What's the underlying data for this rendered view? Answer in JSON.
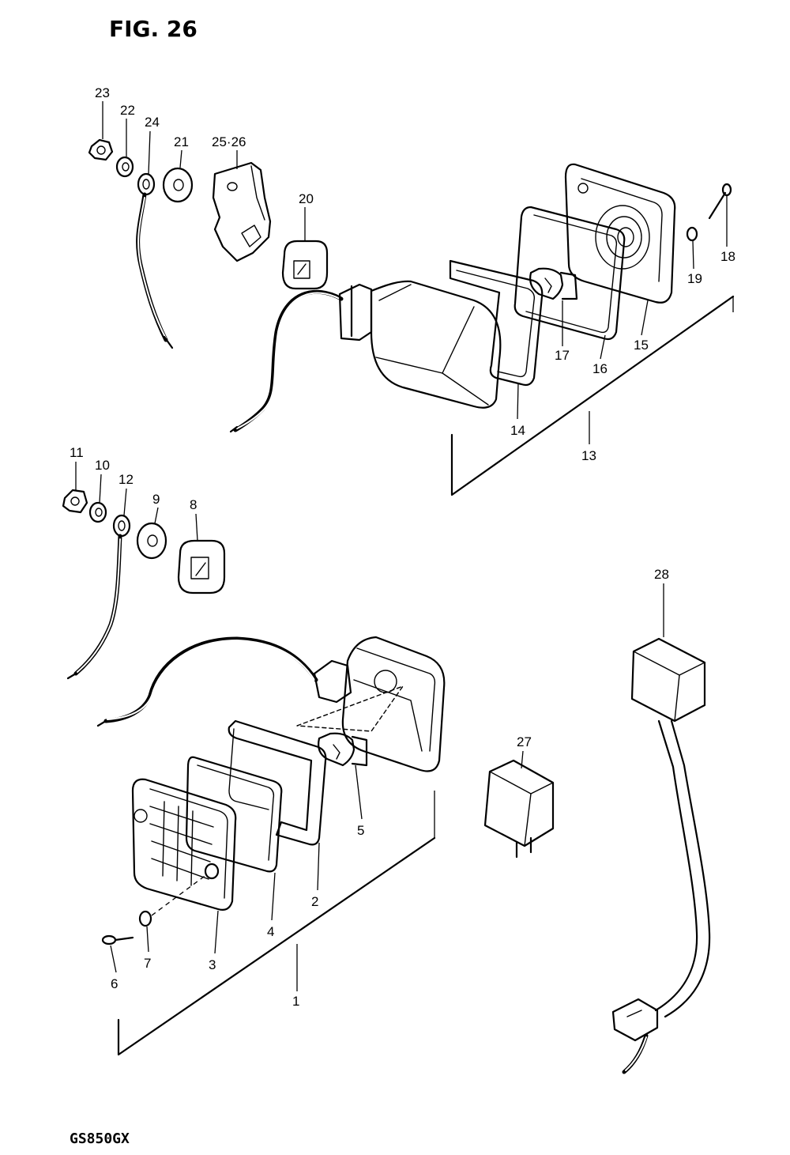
{
  "figure_title": "FIG. 26",
  "model_code": "GS850GX",
  "callouts": {
    "c1": "1",
    "c2": "2",
    "c3": "3",
    "c4": "4",
    "c5": "5",
    "c6": "6",
    "c7": "7",
    "c8": "8",
    "c9": "9",
    "c10": "10",
    "c11": "11",
    "c12": "12",
    "c13": "13",
    "c14": "14",
    "c15": "15",
    "c16": "16",
    "c17": "17",
    "c18": "18",
    "c19": "19",
    "c20": "20",
    "c21": "21",
    "c22": "22",
    "c23": "23",
    "c24": "24",
    "c25_26": "25·26",
    "c27": "27",
    "c28": "28"
  }
}
